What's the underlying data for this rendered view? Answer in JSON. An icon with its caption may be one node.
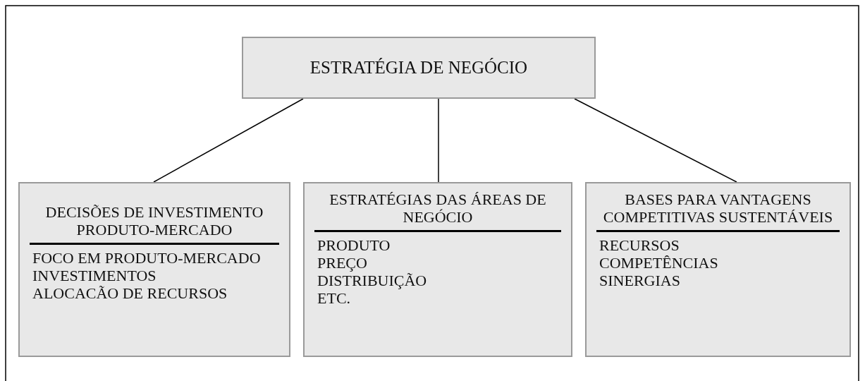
{
  "diagram": {
    "nodes": [
      {
        "text": [
          "ESTRATÉGIA DE NEGÓCIO"
        ]
      },
      {
        "text": [
          "DECISÕES DE INVESTIMENTO PRODUTO-MERCADO",
          "FOCO EM PRODUTO-MERCADO",
          "INVESTIMENTOS",
          "ALOCACÃO DE RECURSOS"
        ]
      },
      {
        "text": [
          "ESTRATÉGIAS DAS ÁREAS DE NEGÓCIO",
          "PRODUTO",
          "PREÇO",
          "DISTRIBUIÇÃO",
          "ETC."
        ]
      },
      {
        "text": [
          "BASES PARA VANTAGENS COMPETITIVAS SUSTENTÁVEIS",
          "RECURSOS",
          "COMPETÊNCIAS",
          "SINERGIAS"
        ]
      }
    ],
    "edges": [
      {
        "from": 0,
        "to": 1,
        "arrow": "none"
      },
      {
        "from": 0,
        "to": 2,
        "arrow": "none"
      },
      {
        "from": 0,
        "to": 3,
        "arrow": "none"
      }
    ]
  }
}
